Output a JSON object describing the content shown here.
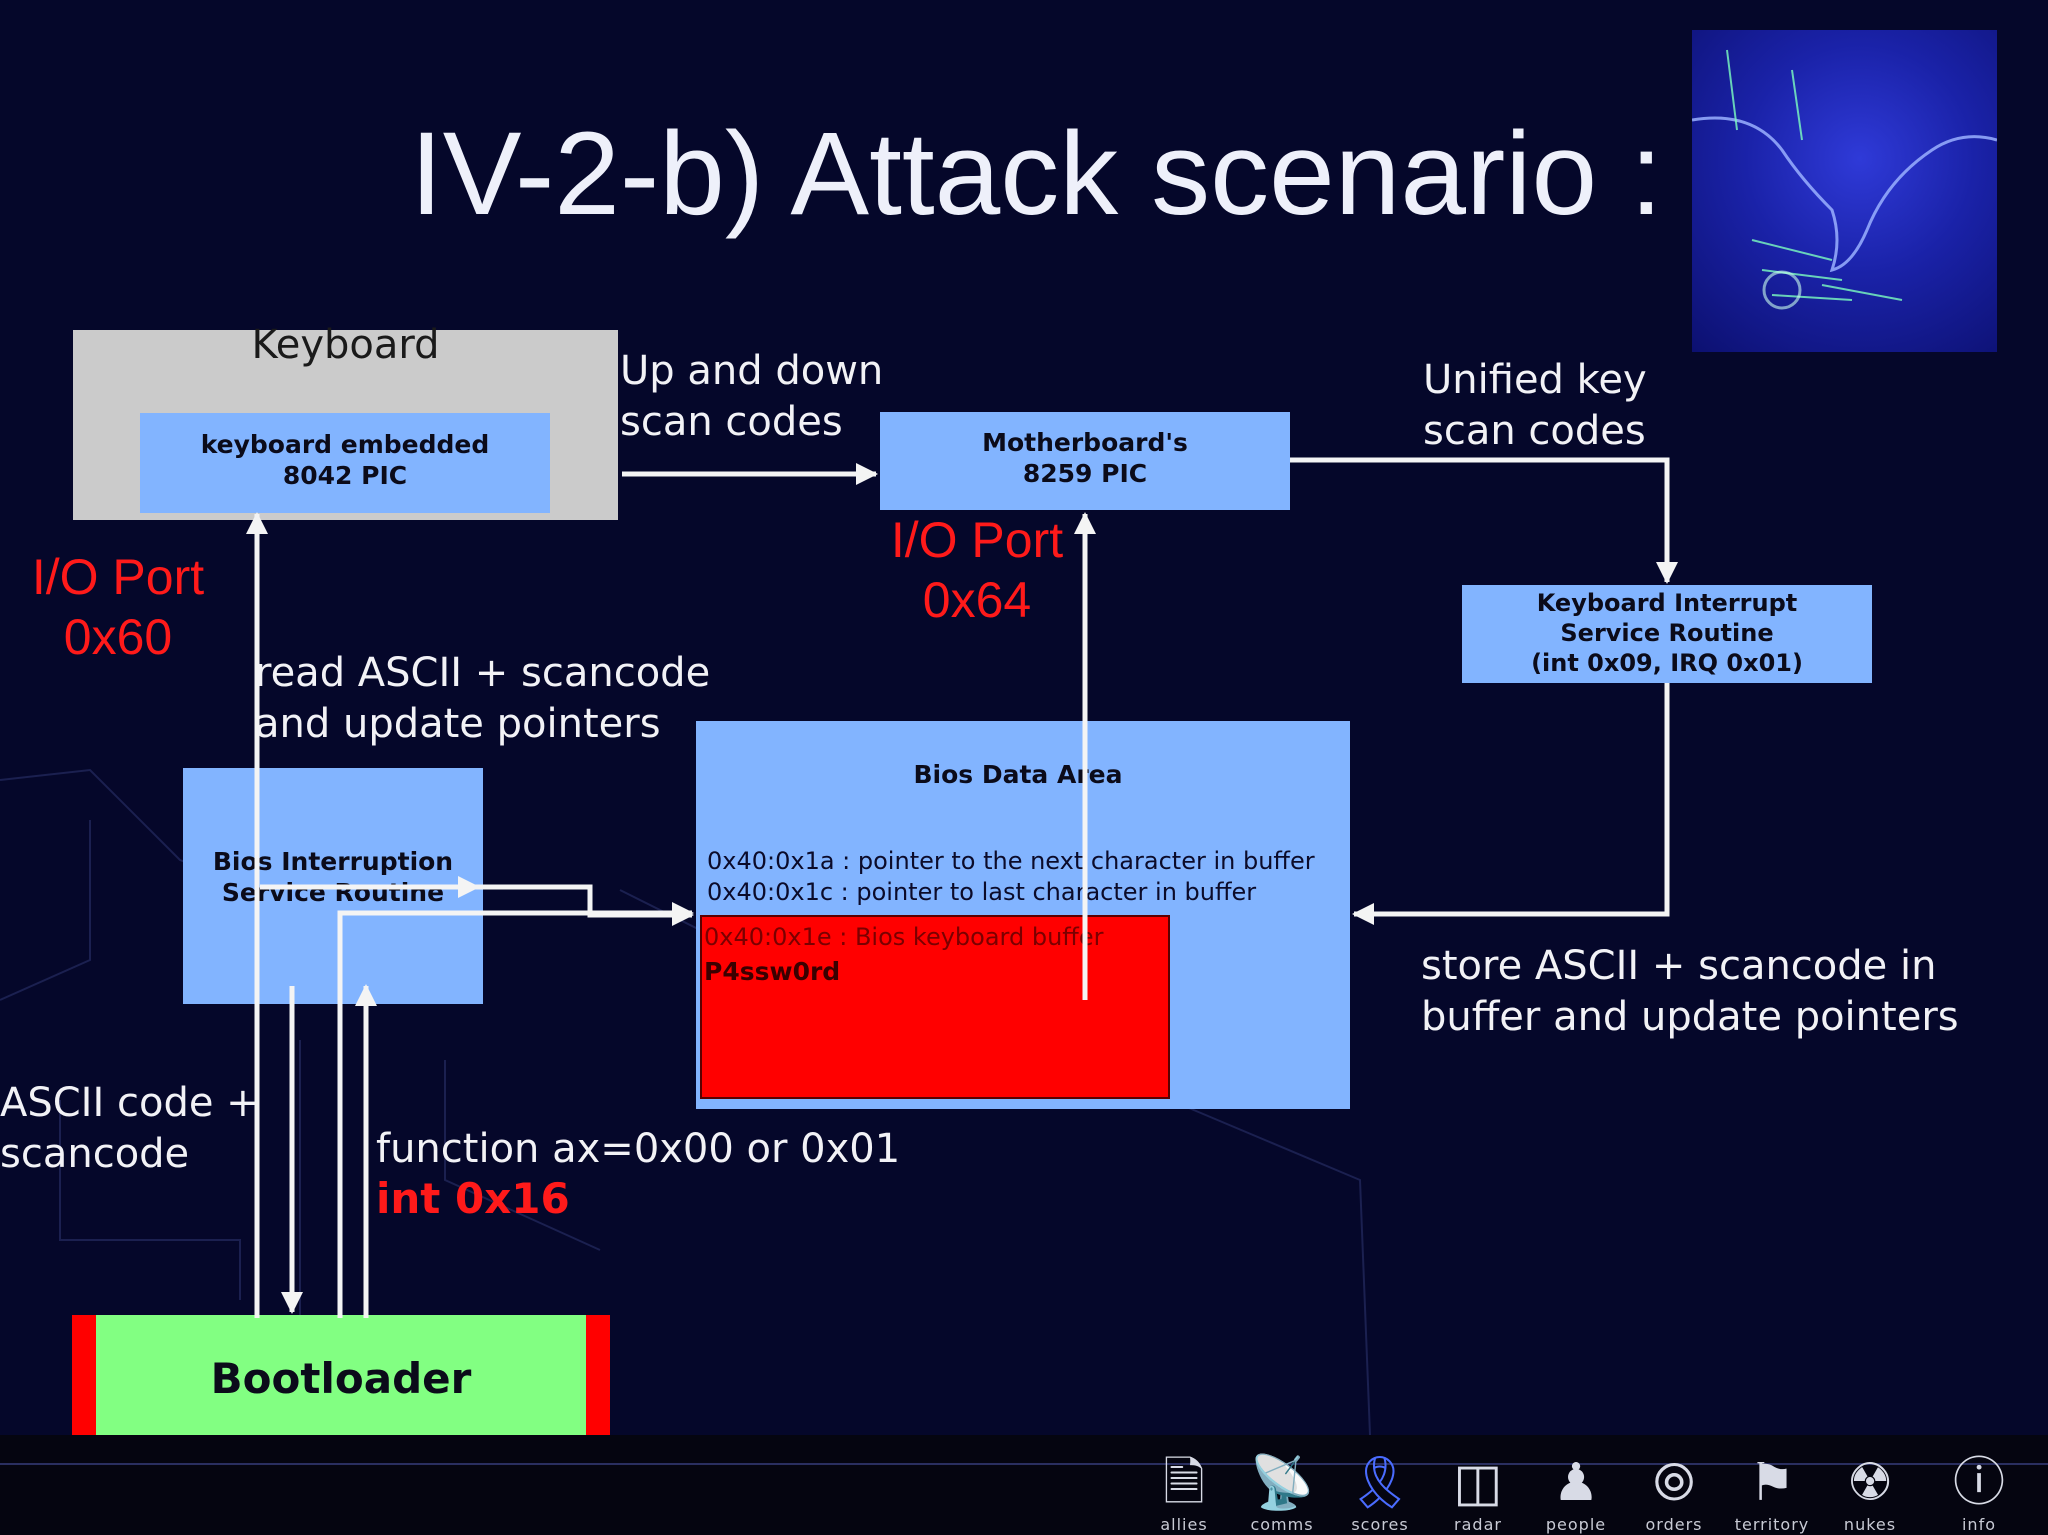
{
  "title": "IV-2-b) Attack scenario :",
  "boxes": {
    "keyboard": {
      "title": "Keyboard",
      "inner": "keyboard embedded\n8042 PIC"
    },
    "motherboard": "Motherboard's\n8259 PIC",
    "kisr": "Keyboard Interrupt\nService Routine\n(int 0x09, IRQ 0x01)",
    "bios_isr": "Bios Interruption\nService Routine",
    "bda": {
      "title": "Bios Data Area",
      "line1": "0x40:0x1a : pointer to the next character in buffer",
      "line2": "0x40:0x1c : pointer to last character in buffer"
    },
    "buffer": {
      "label": "0x40:0x1e : Bios keyboard buffer",
      "value": "P4ssw0rd"
    },
    "bootloader": "Bootloader"
  },
  "labels": {
    "up_down": "Up and down\nscan codes",
    "unified": "Unified key\nscan codes",
    "io_60": "I/O Port\n0x60",
    "io_64": "I/O Port\n0x64",
    "read_ascii": "read ASCII + scancode\nand update pointers",
    "store_ascii": "store ASCII + scancode in\nbuffer and update pointers",
    "ascii_code": "ASCII code +\nscancode",
    "function": "function ax=0x00 or 0x01",
    "int16": "int 0x16"
  },
  "colors": {
    "background": "#05072a",
    "box_blue": "#82b4ff",
    "keyboard_gray": "#cbcbcb",
    "buffer_red": "#ff0000",
    "bootloader_green": "#82ff82",
    "label_red": "#ff1a1a",
    "wire": "#f4f4f4"
  },
  "taskbar": {
    "items": [
      {
        "label": "allies",
        "icon": "document-icon"
      },
      {
        "label": "comms",
        "icon": "satellite-dish-icon"
      },
      {
        "label": "scores",
        "icon": "award-ribbon-icon"
      },
      {
        "label": "radar",
        "icon": "radar-dish-icon"
      },
      {
        "label": "people",
        "icon": "people-icon"
      },
      {
        "label": "orders",
        "icon": "orders-icon"
      },
      {
        "label": "territory",
        "icon": "flag-icon"
      },
      {
        "label": "nukes",
        "icon": "nuke-icon"
      },
      {
        "label": "info",
        "icon": "info-icon"
      }
    ]
  }
}
